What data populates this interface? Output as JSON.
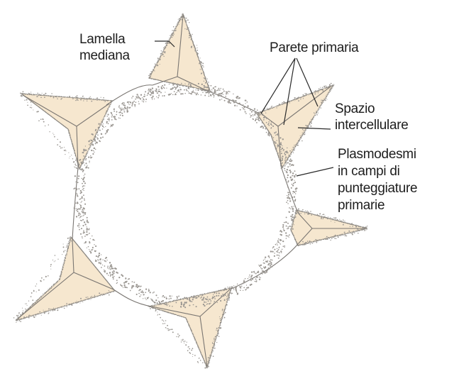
{
  "labels": {
    "lamella_line1": "Lamella",
    "lamella_line2": "mediana",
    "parete": "Parete primaria",
    "spazio_line1": "Spazio",
    "spazio_line2": "intercellulare",
    "plasmo_line1": "Plasmodesmi",
    "plasmo_line2": "in campi di",
    "plasmo_line3": "punteggiature",
    "plasmo_line4": "primarie"
  },
  "colors": {
    "fill": "#f6e7cf",
    "outline": "#8a8680",
    "stipple": "#9a9691",
    "text": "#1e1e1e"
  }
}
